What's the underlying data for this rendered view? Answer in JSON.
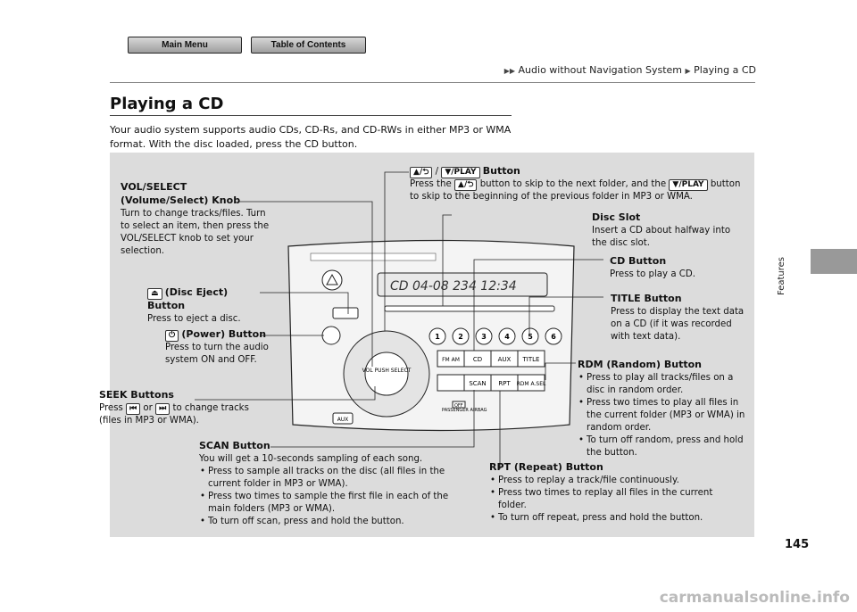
{
  "nav": {
    "main_menu": "Main Menu",
    "table_of_contents": "Table of Contents"
  },
  "breadcrumb": {
    "section": "Audio without Navigation System",
    "page": "Playing a CD"
  },
  "side_tab": "Features",
  "page_number": "145",
  "title": "Playing a CD",
  "intro": "Your audio system supports audio CDs, CD-Rs, and CD-RWs in either MP3 or WMA format. With the disc loaded, press the CD button.",
  "callouts": {
    "vol_title1": "VOL/SELECT",
    "vol_title2": "(Volume/Select) Knob",
    "vol_desc": "Turn to change tracks/files. Turn to select an item, then press the VOL/SELECT knob to set your selection.",
    "folder_title": "Button",
    "folder_desc_a": "Press the",
    "folder_desc_b": "button to skip to the next folder, and the",
    "folder_desc_c": "button",
    "folder_desc_d": "to skip to the beginning of the previous folder in MP3 or WMA.",
    "disc_slot_title": "Disc Slot",
    "disc_slot_desc": "Insert a CD about halfway into the disc slot.",
    "cd_title": "CD Button",
    "cd_desc": "Press to play a CD.",
    "eject_title": "(Disc Eject) Button",
    "eject_desc": "Press to eject a disc.",
    "title_btn_title": "TITLE Button",
    "title_btn_desc": "Press to display the text data on a CD (if it was recorded with text data).",
    "power_title": "(Power) Button",
    "power_desc": "Press to turn the audio system ON and OFF.",
    "rdm_title": "RDM (Random) Button",
    "rdm_items": [
      "Press to play all tracks/files on a disc in random order.",
      "Press two times to play all files in the current folder (MP3 or WMA) in random order.",
      "To turn off random, press and hold the button."
    ],
    "seek_title": "SEEK Buttons",
    "seek_desc_a": "Press",
    "seek_desc_b": "or",
    "seek_desc_c": "to change tracks (files in MP3 or WMA).",
    "scan_title": "SCAN Button",
    "scan_desc": "You will get a 10-seconds sampling of each song.",
    "scan_items": [
      "Press to sample all tracks on the disc (all files in the current folder in MP3 or WMA).",
      "Press two times to sample the first file in each of the main folders (MP3 or WMA).",
      "To turn off scan, press and hold the button."
    ],
    "rpt_title": "RPT (Repeat) Button",
    "rpt_items": [
      "Press to replay a track/file continuously.",
      "Press two times to replay all files in the current folder.",
      "To turn off repeat, press and hold the button."
    ]
  },
  "icons": {
    "up_folder": "▲/⮌",
    "down_play": "▼/PLAY",
    "prev": "⏮",
    "next": "⏭"
  },
  "radio": {
    "display": "CD  04-08  234 12:34",
    "presets": [
      "1",
      "2",
      "3",
      "4",
      "5",
      "6"
    ],
    "fm_am": "FM AM",
    "cd": "CD",
    "aux": "AUX",
    "title": "TITLE",
    "scan": "SCAN",
    "rpt": "RPT",
    "rdm": "RDM A.SEL",
    "aux_jack": "AUX",
    "knob": "VOL PUSH SELECT",
    "airbag": "PASSENGER AIRBAG",
    "off": "OFF"
  },
  "watermark": "carmanualsonline.info"
}
